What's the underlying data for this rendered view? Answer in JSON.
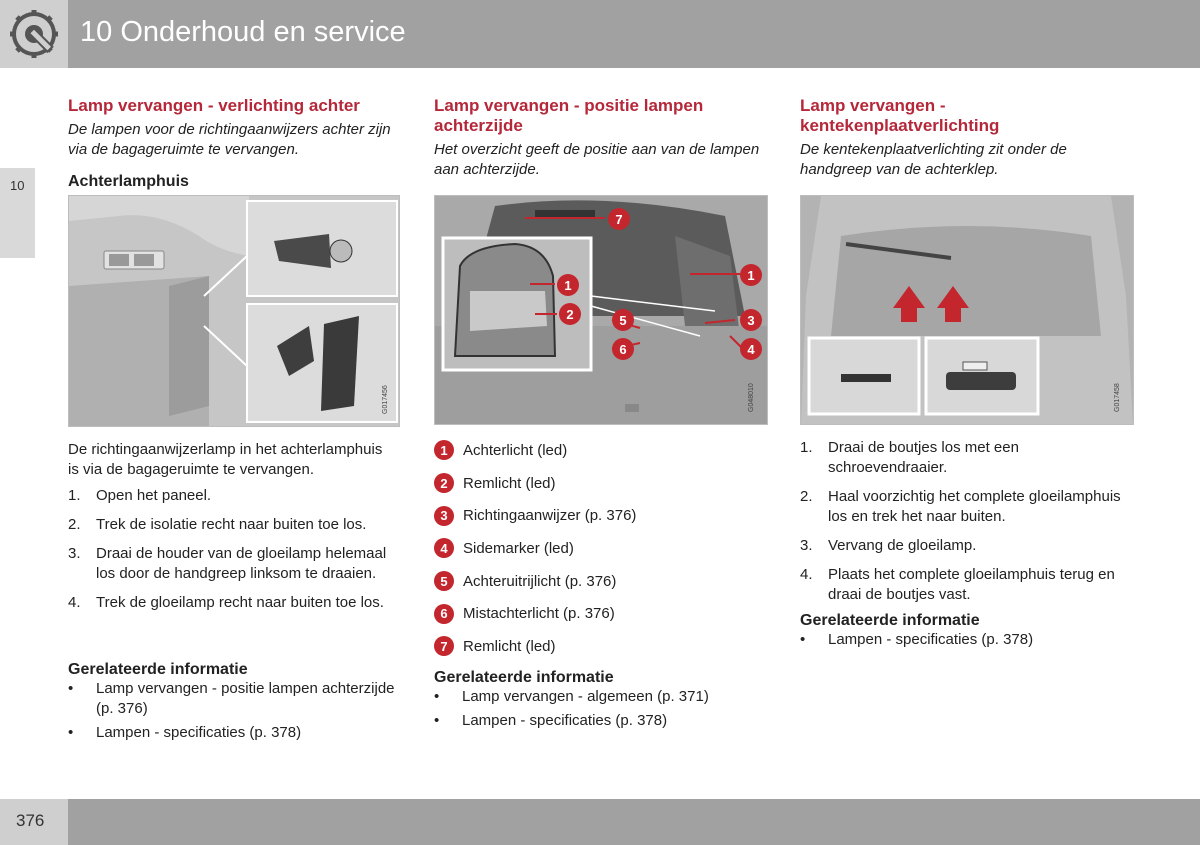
{
  "header": {
    "title": "10 Onderhoud en service",
    "icon": "wrench-gear-icon"
  },
  "side_tab": {
    "label": "10"
  },
  "footer": {
    "page_number": "376"
  },
  "col1": {
    "title": "Lamp vervangen - verlichting achter",
    "intro": "De lampen voor de richtingaanwijzers achter zijn via de bagageruimte te vervangen.",
    "subheading": "Achterlamphuis",
    "figure_code": "G017456",
    "paragraph": "De richtingaanwijzerlamp in het achterlamphuis is via de bagageruimte te vervangen.",
    "steps": [
      {
        "n": "1.",
        "text": "Open het paneel."
      },
      {
        "n": "2.",
        "text": "Trek de isolatie recht naar buiten toe los."
      },
      {
        "n": "3.",
        "text": "Draai de houder van de gloeilamp helemaal los door de handgreep linksom te draaien."
      },
      {
        "n": "4.",
        "text": "Trek de gloeilamp recht naar buiten toe los."
      }
    ],
    "related_heading": "Gerelateerde informatie",
    "related": [
      "Lamp vervangen - positie lampen achterzijde (p. 376)",
      "Lampen - specificaties (p. 378)"
    ]
  },
  "col2": {
    "title": "Lamp vervangen - positie lampen achterzijde",
    "intro": "Het overzicht geeft de positie aan van de lampen aan achterzijde.",
    "figure_code": "G048010",
    "callouts": [
      "7",
      "1",
      "2",
      "5",
      "6",
      "1",
      "3",
      "4"
    ],
    "legend": [
      {
        "num": "1",
        "text": "Achterlicht (led)"
      },
      {
        "num": "2",
        "text": "Remlicht (led)"
      },
      {
        "num": "3",
        "text": "Richtingaanwijzer (p. 376)"
      },
      {
        "num": "4",
        "text": "Sidemarker (led)"
      },
      {
        "num": "5",
        "text": "Achteruitrijlicht (p. 376)"
      },
      {
        "num": "6",
        "text": "Mistachterlicht (p. 376)"
      },
      {
        "num": "7",
        "text": "Remlicht (led)"
      }
    ],
    "related_heading": "Gerelateerde informatie",
    "related": [
      "Lamp vervangen - algemeen (p. 371)",
      "Lampen - specificaties (p. 378)"
    ]
  },
  "col3": {
    "title": "Lamp vervangen - kentekenplaatverlichting",
    "intro": "De kentekenplaatverlichting zit onder de handgreep van de achterklep.",
    "figure_code": "G017458",
    "steps": [
      {
        "n": "1.",
        "text": "Draai de boutjes los met een schroevendraaier."
      },
      {
        "n": "2.",
        "text": "Haal voorzichtig het complete gloeilamphuis los en trek het naar buiten."
      },
      {
        "n": "3.",
        "text": "Vervang de gloeilamp."
      },
      {
        "n": "4.",
        "text": "Plaats het complete gloeilamphuis terug en draai de boutjes vast."
      }
    ],
    "related_heading": "Gerelateerde informatie",
    "related": [
      "Lampen - specificaties (p. 378)"
    ]
  },
  "colors": {
    "accent_red": "#b5283a",
    "badge_red": "#c4262e",
    "header_gray": "#a1a1a1"
  }
}
